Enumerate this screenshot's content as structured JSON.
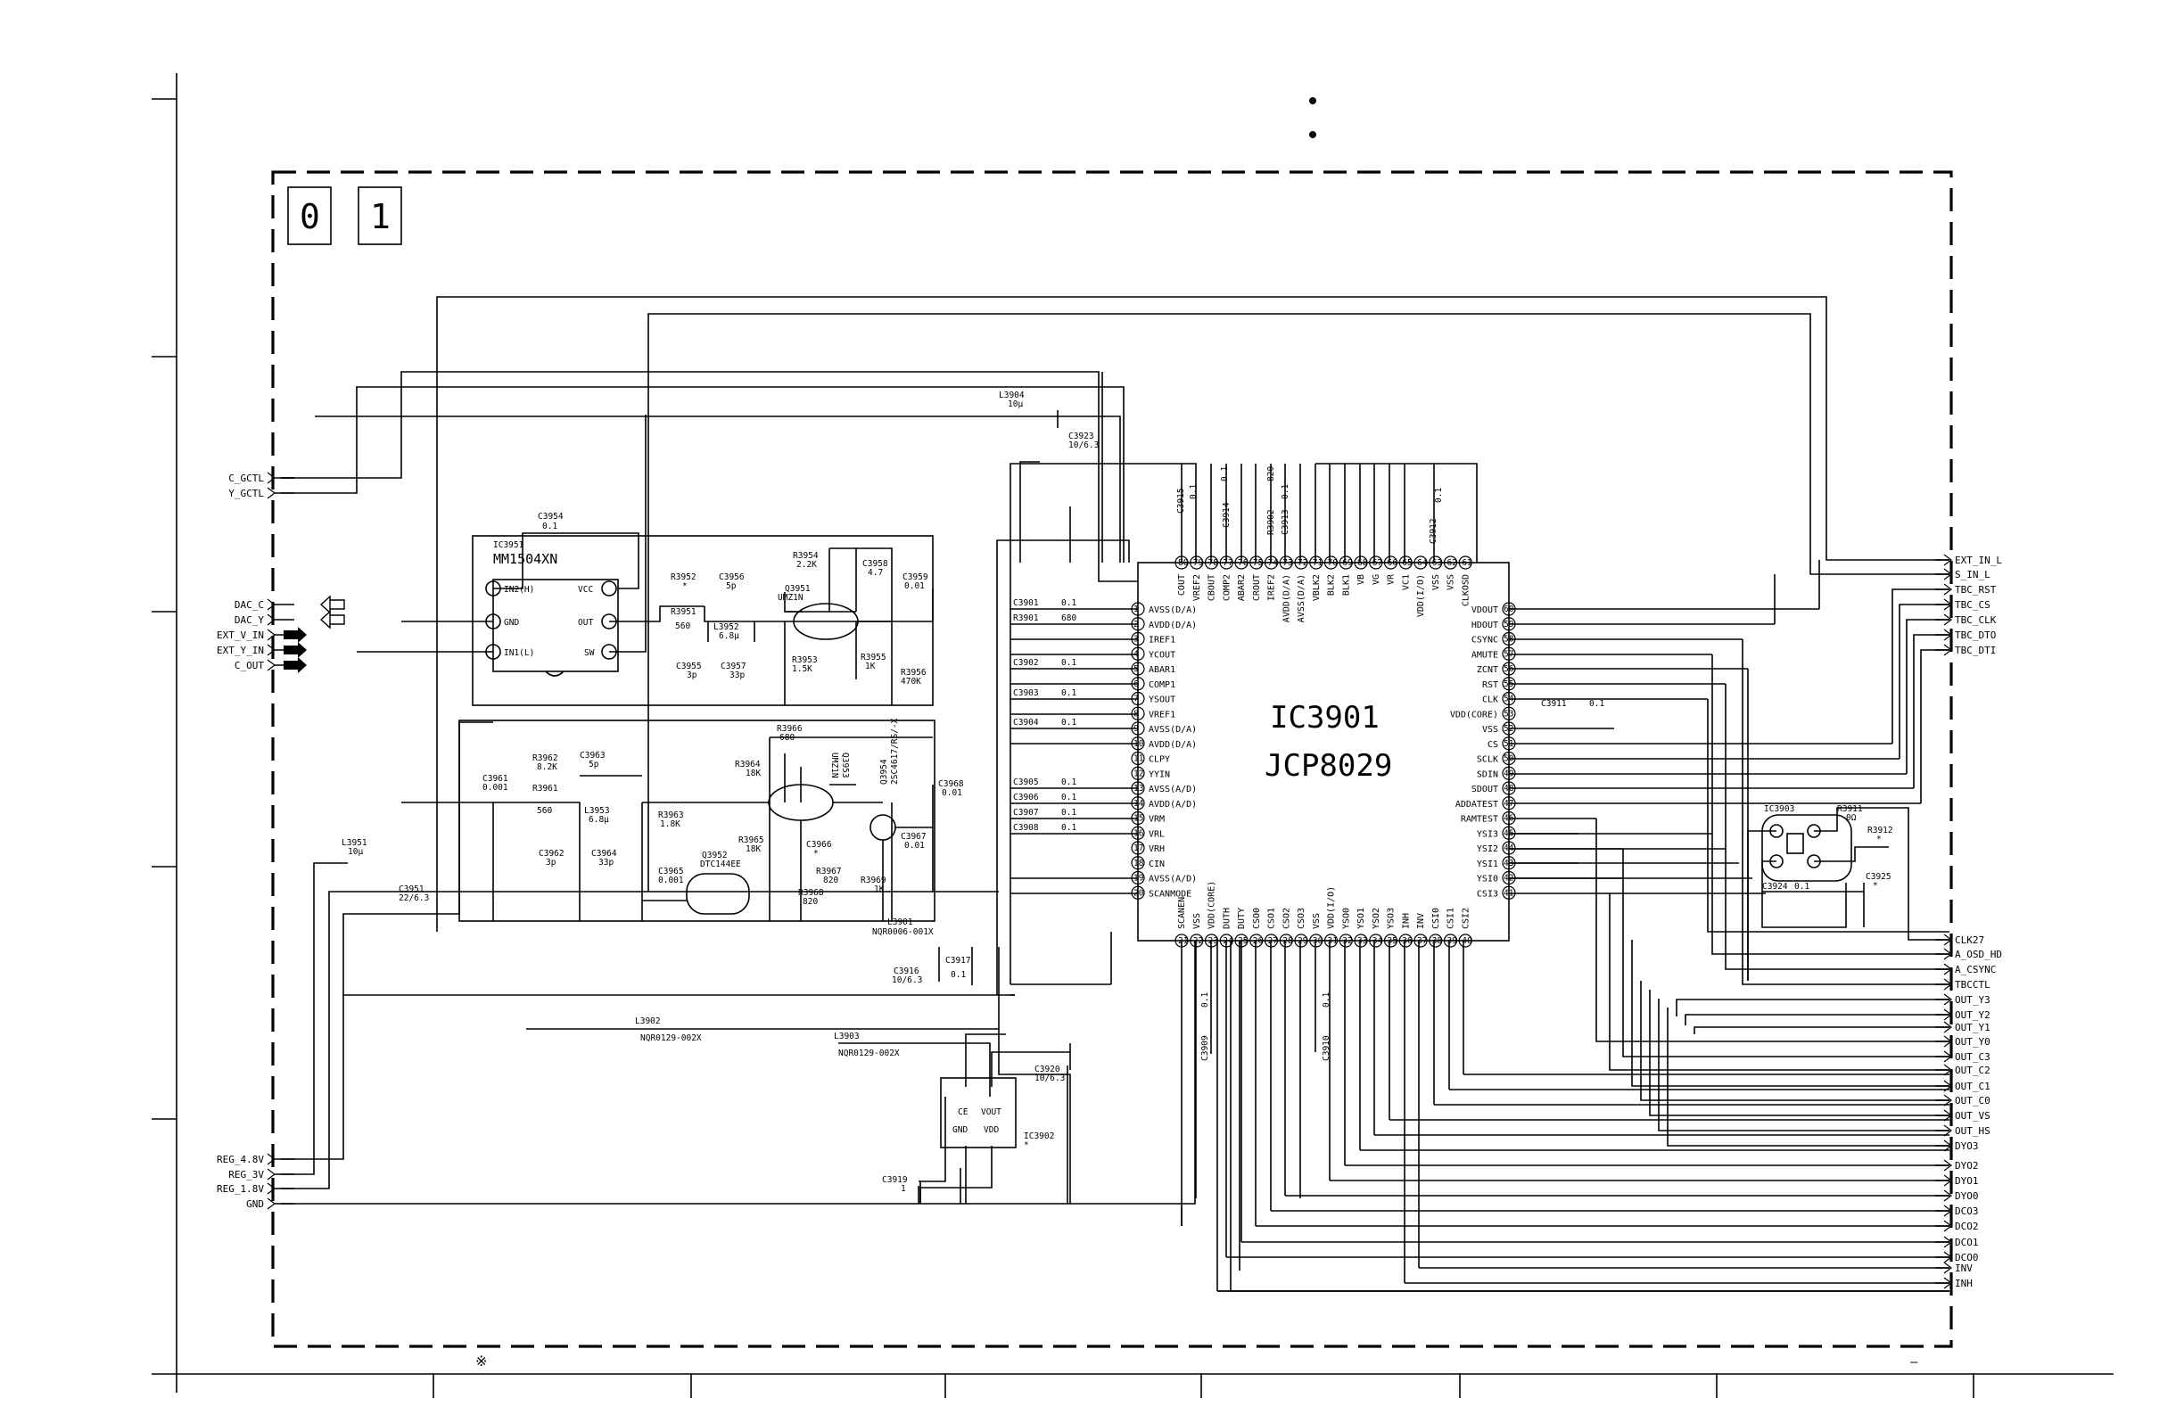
{
  "section_boxes": [
    "0",
    "1"
  ],
  "main_ic": {
    "ref": "IC3901",
    "part": "JCP8029"
  },
  "left_signals": [
    {
      "label": "C_GCTL",
      "kind": "io"
    },
    {
      "label": "Y_GCTL",
      "kind": "io"
    },
    {
      "label": "DAC_C",
      "kind": "out"
    },
    {
      "label": "DAC_Y",
      "kind": "out"
    },
    {
      "label": "EXT_V_IN",
      "kind": "in"
    },
    {
      "label": "EXT_Y_IN",
      "kind": "in"
    },
    {
      "label": "C_OUT",
      "kind": "in"
    },
    {
      "label": "REG_4.8V",
      "kind": "io"
    },
    {
      "label": "REG_3V",
      "kind": "io"
    },
    {
      "label": "REG_1.8V",
      "kind": "io"
    },
    {
      "label": "GND",
      "kind": "io"
    }
  ],
  "right_signals": [
    "EXT_IN_L",
    "S_IN_L",
    "TBC_RST",
    "TBC_CS",
    "TBC_CLK",
    "TBC_DTO",
    "TBC_DTI",
    "CLK27",
    "A_OSD_HD",
    "A_CSYNC",
    "TBCCTL",
    "OUT_Y3",
    "OUT_Y2",
    "OUT_Y1",
    "OUT_Y0",
    "OUT_C3",
    "OUT_C2",
    "OUT_C1",
    "OUT_C0",
    "OUT_VS",
    "OUT_HS",
    "DYO3",
    "DYO2",
    "DYO1",
    "DYO0",
    "DCO3",
    "DCO2",
    "DCO1",
    "DCO0",
    "INV",
    "INH"
  ],
  "ic_left_pins": [
    {
      "n": "1",
      "name": "AVSS(D/A)"
    },
    {
      "n": "2",
      "name": "AVDD(D/A)"
    },
    {
      "n": "3",
      "name": "IREF1"
    },
    {
      "n": "4",
      "name": "YCOUT"
    },
    {
      "n": "5",
      "name": "ABAR1"
    },
    {
      "n": "6",
      "name": "COMP1"
    },
    {
      "n": "7",
      "name": "YSOUT"
    },
    {
      "n": "8",
      "name": "VREF1"
    },
    {
      "n": "9",
      "name": "AVSS(D/A)"
    },
    {
      "n": "10",
      "name": "AVDD(D/A)"
    },
    {
      "n": "11",
      "name": "CLPY"
    },
    {
      "n": "12",
      "name": "YYIN"
    },
    {
      "n": "13",
      "name": "AVSS(A/D)"
    },
    {
      "n": "14",
      "name": "AVDD(A/D)"
    },
    {
      "n": "15",
      "name": "VRM"
    },
    {
      "n": "16",
      "name": "VRL"
    },
    {
      "n": "17",
      "name": "VRH"
    },
    {
      "n": "18",
      "name": "CIN"
    },
    {
      "n": "19",
      "name": "AVSS(A/D)"
    },
    {
      "n": "20",
      "name": "SCANMODE"
    }
  ],
  "ic_right_pins": [
    {
      "n": "60",
      "name": "VDOUT"
    },
    {
      "n": "59",
      "name": "HDOUT"
    },
    {
      "n": "58",
      "name": "CSYNC"
    },
    {
      "n": "57",
      "name": "AMUTE"
    },
    {
      "n": "56",
      "name": "ZCNT"
    },
    {
      "n": "55",
      "name": "RST"
    },
    {
      "n": "54",
      "name": "CLK"
    },
    {
      "n": "53",
      "name": "VDD(CORE)"
    },
    {
      "n": "52",
      "name": "VSS"
    },
    {
      "n": "51",
      "name": "CS"
    },
    {
      "n": "50",
      "name": "SCLK"
    },
    {
      "n": "49",
      "name": "SDIN"
    },
    {
      "n": "48",
      "name": "SDOUT"
    },
    {
      "n": "47",
      "name": "ADDATEST"
    },
    {
      "n": "46",
      "name": "RAMTEST"
    },
    {
      "n": "45",
      "name": "YSI3"
    },
    {
      "n": "44",
      "name": "YSI2"
    },
    {
      "n": "43",
      "name": "YSI1"
    },
    {
      "n": "42",
      "name": "YSI0"
    },
    {
      "n": "41",
      "name": "CSI3"
    }
  ],
  "ic_top_pins": [
    {
      "n": "80",
      "name": "COUT"
    },
    {
      "n": "79",
      "name": "VREF2"
    },
    {
      "n": "78",
      "name": "CBOUT"
    },
    {
      "n": "77",
      "name": "COMP2"
    },
    {
      "n": "76",
      "name": "ABAR2"
    },
    {
      "n": "75",
      "name": "CROUT"
    },
    {
      "n": "74",
      "name": "IREF2"
    },
    {
      "n": "73",
      "name": "AVDD(D/A)"
    },
    {
      "n": "72",
      "name": "AVSS(D/A)"
    },
    {
      "n": "71",
      "name": "VBLK2"
    },
    {
      "n": "70",
      "name": "BLK2"
    },
    {
      "n": "69",
      "name": "BLK1"
    },
    {
      "n": "68",
      "name": "VB"
    },
    {
      "n": "67",
      "name": "VG"
    },
    {
      "n": "66",
      "name": "VR"
    },
    {
      "n": "65",
      "name": "VC1"
    },
    {
      "n": "64",
      "name": "VDD(I/O)"
    },
    {
      "n": "63",
      "name": "VSS"
    },
    {
      "n": "62",
      "name": "VSS"
    },
    {
      "n": "61",
      "name": "CLKOSD"
    }
  ],
  "ic_bottom_pins": [
    {
      "n": "21",
      "name": "SCANEN"
    },
    {
      "n": "22",
      "name": "VSS"
    },
    {
      "n": "23",
      "name": "VDD(CORE)"
    },
    {
      "n": "24",
      "name": "DUTH"
    },
    {
      "n": "25",
      "name": "DUTY"
    },
    {
      "n": "26",
      "name": "CSO0"
    },
    {
      "n": "27",
      "name": "CSO1"
    },
    {
      "n": "28",
      "name": "CSO2"
    },
    {
      "n": "29",
      "name": "CSO3"
    },
    {
      "n": "30",
      "name": "VSS"
    },
    {
      "n": "31",
      "name": "VDD(I/O)"
    },
    {
      "n": "32",
      "name": "YSO0"
    },
    {
      "n": "33",
      "name": "YSO1"
    },
    {
      "n": "34",
      "name": "YSO2"
    },
    {
      "n": "35",
      "name": "YSO3"
    },
    {
      "n": "36",
      "name": "INH"
    },
    {
      "n": "37",
      "name": "INV"
    },
    {
      "n": "38",
      "name": "CSI0"
    },
    {
      "n": "39",
      "name": "CSI1"
    },
    {
      "n": "40",
      "name": "CSI2"
    }
  ],
  "ic_left_caps": [
    {
      "ref": "C3901",
      "value": "0.1"
    },
    {
      "ref": "R3901",
      "value": "680"
    },
    {
      "ref": "C3902",
      "value": "0.1"
    },
    {
      "ref": "C3903",
      "value": "0.1"
    },
    {
      "ref": "C3904",
      "value": "0.1"
    },
    {
      "ref": "C3905",
      "value": "0.1"
    },
    {
      "ref": "C3906",
      "value": "0.1"
    },
    {
      "ref": "C3907",
      "value": "0.1"
    },
    {
      "ref": "C3908",
      "value": "0.1"
    }
  ],
  "top_parts": {
    "c3915": "C3915",
    "c3915_val": "0.1",
    "c3914": "C3914",
    "c3914_val": "0.1",
    "r3902": "R3902",
    "r3902_val": "820",
    "c3913": "C3913",
    "c3913_val": "0.1",
    "c3912": "C3912",
    "c3912_val": "0.1",
    "c3911": "C3911",
    "c3911_val": "0.1",
    "l3904": "L3904",
    "l3904_val": "10µ",
    "c3923": "C3923",
    "c3923_val": "10/6.3"
  },
  "filter_top": {
    "ic3951": "IC3951",
    "ic3951_part": "MM1504XN",
    "pin_in2": "IN2(H)",
    "pin_gnd": "GND",
    "pin_in1": "IN1(L)",
    "pin_vcc": "VCC",
    "pin_out": "OUT",
    "pin_sw": "SW",
    "c3954": "C3954",
    "c3954_val": "0.1",
    "r3952": "R3952",
    "r3952_val": "*",
    "r3951": "R3951",
    "r3951_val": "560",
    "c3956": "C3956",
    "c3956_val": "5p",
    "l3952": "L3952",
    "l3952_val": "6.8µ",
    "c3955": "C3955",
    "c3955_val": "3p",
    "c3957": "C3957",
    "c3957_val": "33p",
    "q3951": "Q3951",
    "q3951_part": "UMZ1N",
    "r3954": "R3954",
    "r3954_val": "2.2K",
    "c3958": "C3958",
    "c3958_val": "4.7",
    "c3959": "C3959",
    "c3959_val": "0.01",
    "r3953": "R3953",
    "r3953_val": "1.5K",
    "r3955": "R3955",
    "r3955_val": "1K",
    "r3956": "R3956",
    "r3956_val": "470K"
  },
  "filter_bottom": {
    "c3961": "C3961",
    "c3961_val": "0.001",
    "r3962": "R3962",
    "r3962_val": "8.2K",
    "r3961": "R3961",
    "r3961_val": "560",
    "c3963": "C3963",
    "c3963_val": "5p",
    "l3953": "L3953",
    "l3953_val": "6.8µ",
    "c3962": "C3962",
    "c3962_val": "3p",
    "c3964": "C3964",
    "c3964_val": "33p",
    "r3963": "R3963",
    "r3963_val": "1.8K",
    "c3965": "C3965",
    "c3965_val": "0.001",
    "q3952": "Q3952",
    "q3952_part": "DTC144EE",
    "r3964": "R3964",
    "r3964_val": "18K",
    "r3966": "R3966",
    "r3966_val": "680",
    "q3953": "Q3953",
    "q3953_part": "UMZ1N",
    "r3965": "R3965",
    "r3965_val": "18K",
    "c3966": "C3966",
    "c3966_val": "*",
    "r3967": "R3967",
    "r3967_val": "820",
    "r3968": "R3968",
    "r3968_val": "820",
    "q3954": "Q3954",
    "q3954_part": "2SC4617/RS/-X",
    "c3968": "C3968",
    "c3968_val": "0.01",
    "c3967": "C3967",
    "c3967_val": "0.01",
    "r3969": "R3969",
    "r3969_val": "1K"
  },
  "power_parts": {
    "l3951": "L3951",
    "l3951_val": "10µ",
    "c3951": "C3951",
    "c3951_val": "22/6.3",
    "l3901": "L3901",
    "l3901_part": "NQR0006-001X",
    "c3917": "C3917",
    "c3917_val": "0.1",
    "c3916": "C3916",
    "c3916_val": "10/6.3",
    "l3902": "L3902",
    "l3902_part": "NQR0129-002X",
    "l3903": "L3903",
    "l3903_part": "NQR0129-002X",
    "ic3902": "IC3902",
    "ic3902_note": "*",
    "pin_ce": "CE",
    "pin_vout": "VOUT",
    "pin_gnd": "GND",
    "pin_vdd": "VDD",
    "c3920": "C3920",
    "c3920_val": "10/6.3",
    "c3919": "C3919",
    "c3919_val": "1",
    "c3909": "C3909",
    "c3909_val": "0.1",
    "c3910": "C3910",
    "c3910_val": "0.1"
  },
  "osc": {
    "ic3903": "IC3903",
    "r3911": "R3911",
    "r3911_val": "0Ω",
    "r3912": "R3912",
    "r3912_val": "*",
    "c3924": "C3924",
    "c3924_val": "0.1",
    "c3925": "C3925",
    "c3925_val": "*"
  },
  "footnote_mark": "※",
  "footnote_dash": "–"
}
